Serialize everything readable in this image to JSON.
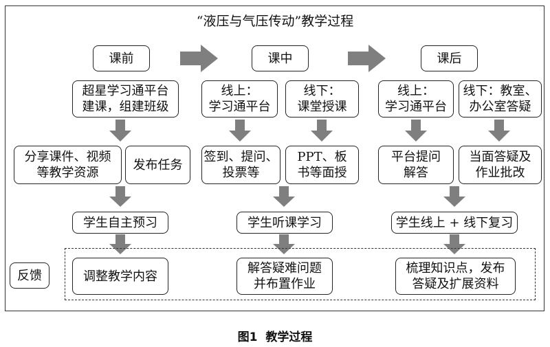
{
  "title": "“液压与气压传动”教学过程",
  "caption": {
    "figure": "图1",
    "text": "教学过程"
  },
  "phases": {
    "before": "课前",
    "during": "课中",
    "after": "课后"
  },
  "before": {
    "platform": "超星学习通平台\n建课，组建班级",
    "share": "分享课件、视频\n等教学资源",
    "task": "发布任务",
    "preview": "学生自主预习",
    "adjust": "调整教学内容"
  },
  "during": {
    "online": "线上：\n学习通平台",
    "offline": "线下：\n课堂授课",
    "signin": "签到、提问、\n投票等",
    "ppt": "PPT、板\n书等面授",
    "listen": "学生听课学习",
    "answer": "解答疑难问题\n并布置作业"
  },
  "after": {
    "online": "线上：\n学习通平台",
    "offline": "线下：教室、\n办公室答疑",
    "qa": "平台提问\n解答",
    "face": "当面答疑及\n作业批改",
    "review": "学生线上 + 线下复习",
    "summary": "梳理知识点，发布\n答疑及扩展资料"
  },
  "feedback": "反馈",
  "colors": {
    "arrow": "#7f7f7f",
    "border": "#222222"
  }
}
